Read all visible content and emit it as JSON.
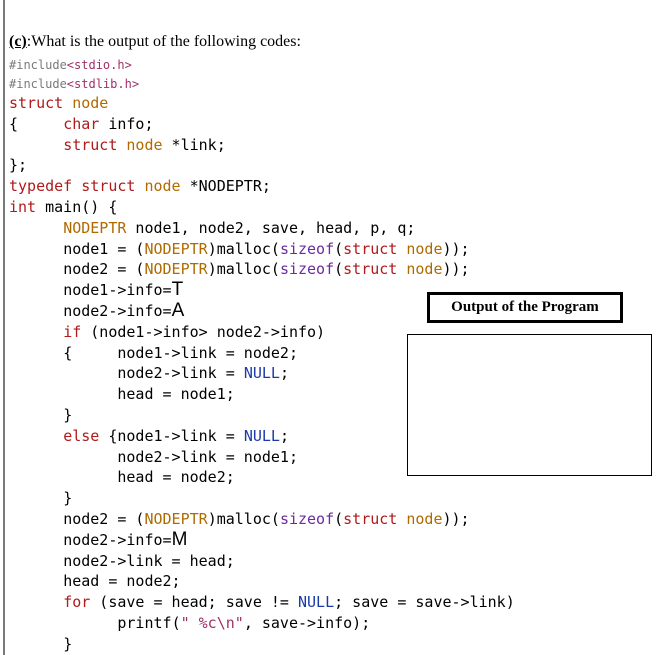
{
  "heading": {
    "qid": "(c)",
    "text": ":What is the output of the following codes:"
  },
  "code": {
    "inc1_kw": "#include",
    "inc1_file": "<stdio.h>",
    "inc2_kw": "#include",
    "inc2_file": "<stdlib.h>",
    "t_struct": "struct",
    "t_node": "node",
    "t_char": "char",
    "t_typedef": "typedef",
    "t_int": "int",
    "t_if": "if",
    "t_else": "else",
    "t_for": "for",
    "t_nodeptr": "NODEPTR",
    "t_malloc": "malloc",
    "t_sizeof": "sizeof",
    "t_printf": "printf",
    "t_null": "NULL",
    "t_fmt": "\" %c\\n\"",
    "l_info": " info;",
    "l_link": " *link;",
    "l_close": "};",
    "l_typedef_tail": " *NODEPTR;",
    "l_main": " main() {",
    "l_decl": " node1, node2, save, head, p, q;",
    "l_n1_assign": "node1 = (",
    "l_n2_assign": "node2 = (",
    "l_paren": ")",
    "l_paren_open": "(",
    "l_close3": "));",
    "l_n1_info": "node1->info=",
    "l_n2_info": "node2->info=",
    "l_if_cond": " (node1->info> node2->info)",
    "l_n1_link_n2": "node1->link = node2;",
    "l_n2_link": "node2->link = ",
    "l_semi": ";",
    "l_head_n1": "head = node1;",
    "l_rbrace": "}",
    "l_lbrace": "{",
    "l_else_open": " {node1->link = ",
    "l_n2_link_n1": "node2->link = node1;",
    "l_head_n2": "head = node2;",
    "l_n2_info2": "node2->info=",
    "l_n2_link_head": "node2->link = head;",
    "l_head_assign": "head = node2;",
    "l_for_a": " (save = head; save != ",
    "l_for_b": "; save = save->link)",
    "l_printf_tail": ", save->info);",
    "hw_node1": "T",
    "hw_node2": "A",
    "hw_node3": "M"
  },
  "output": {
    "label": "Output of the Program"
  }
}
